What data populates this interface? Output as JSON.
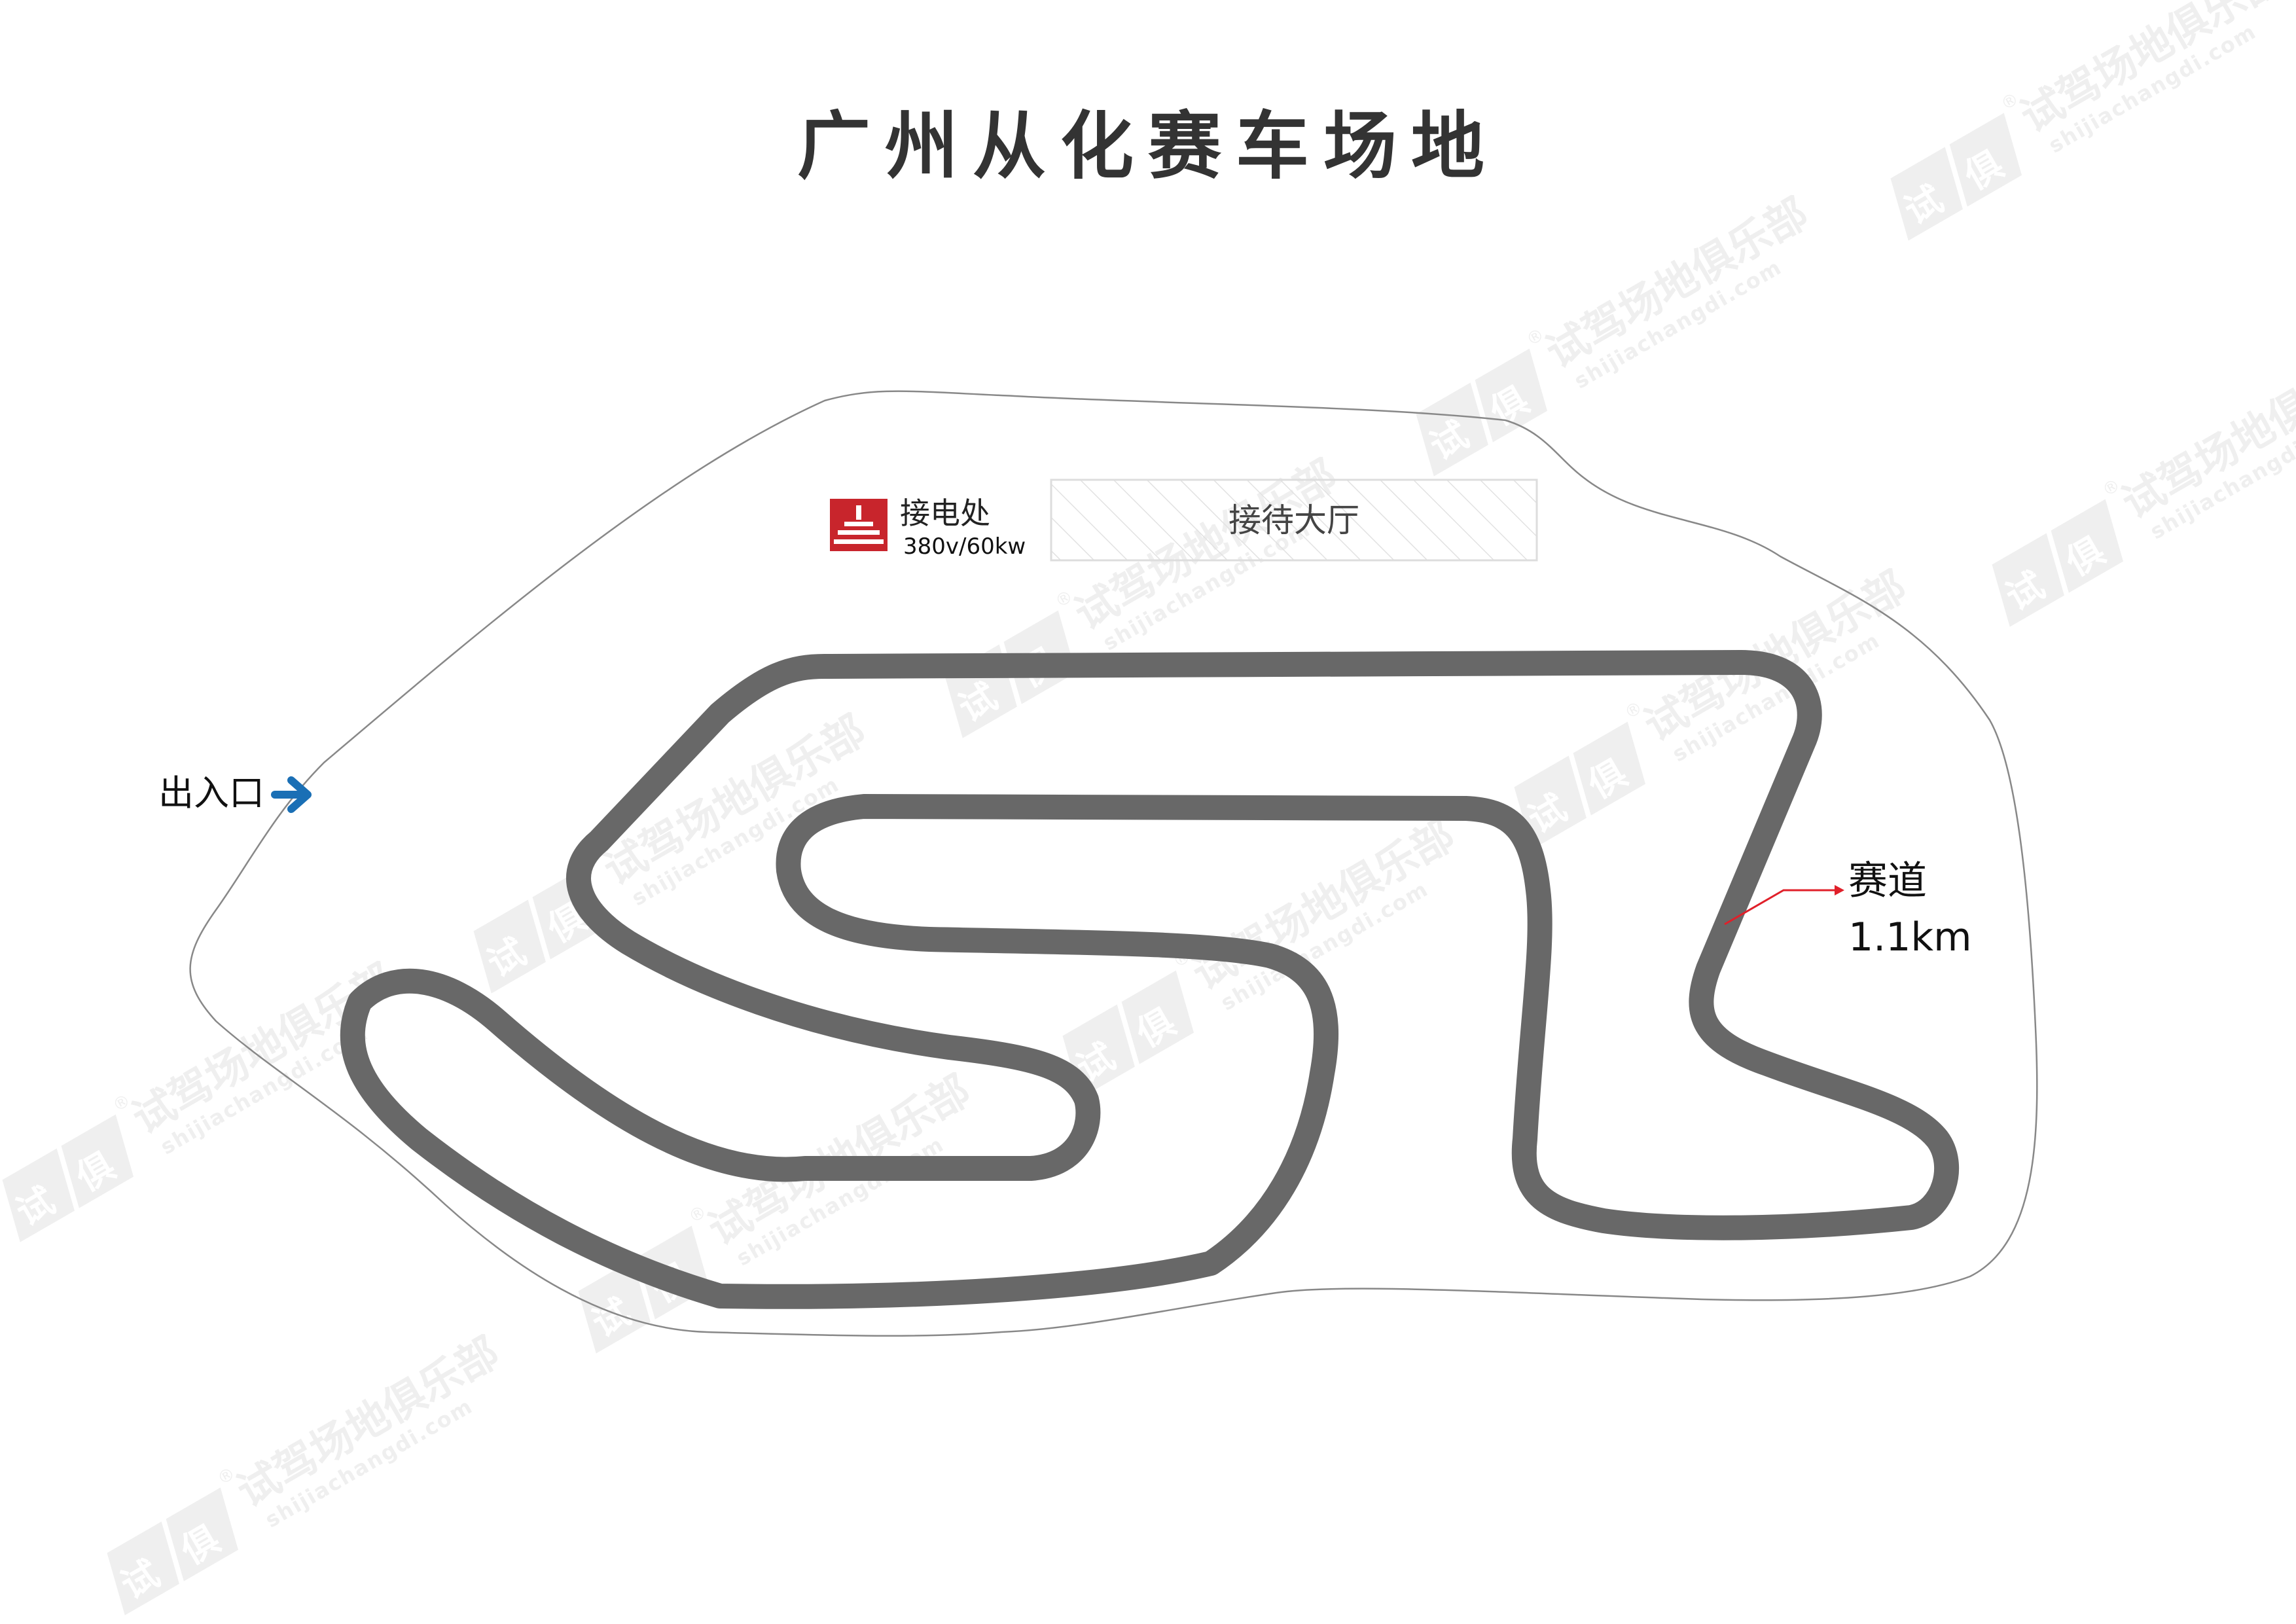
{
  "title": "广州从化赛车场地",
  "watermark": {
    "brand": "试驾场地俱乐部",
    "domain": "shijiachangdi.com",
    "logo_chars": [
      "试",
      "俱"
    ],
    "registered_mark": "®"
  },
  "labels": {
    "entrance": "出入口",
    "power_supply": "接电处",
    "power_spec": "380v/60kw",
    "reception_hall": "接待大厅",
    "track": "赛道",
    "track_length": "1.1km"
  },
  "icons": {
    "entrance": "arrow-right-icon",
    "power": "power-outlet-icon"
  },
  "colors": {
    "track": "#686868",
    "boundary": "#888888",
    "title": "#333333",
    "entrance_arrow": "#1a6fb5",
    "power_icon": "#c8252c",
    "pointer": "#e0202a",
    "hall_hatch": "#dddddd",
    "watermark": "#efefef"
  }
}
